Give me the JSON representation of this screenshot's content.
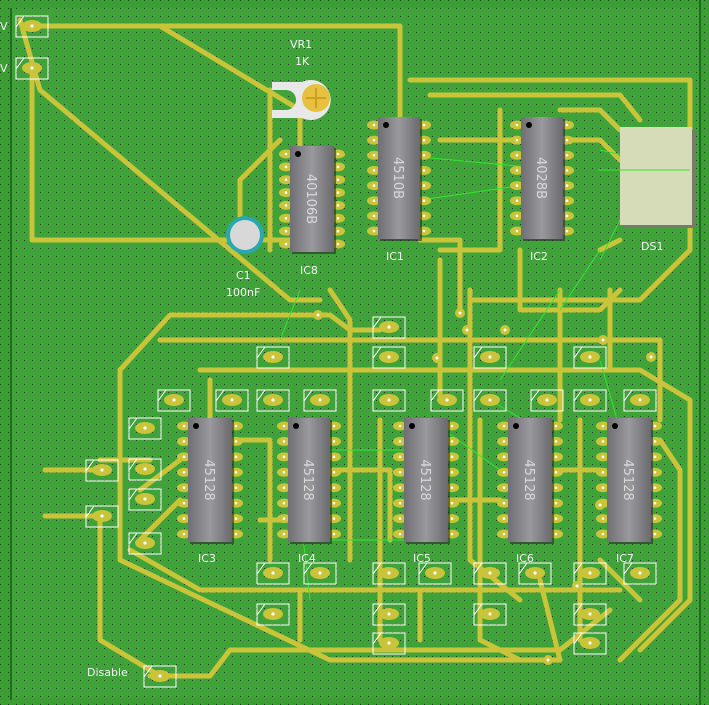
{
  "board": {
    "colors": {
      "substrate": "#3a9e33",
      "substrate_light": "#5aad48",
      "trace": "#c9c43a",
      "ratsnest": "#33e633",
      "chip": "#8a8a8e",
      "silkscreen": "#ffffff"
    }
  },
  "components": {
    "vr1": {
      "designator": "VR1",
      "value": "1K"
    },
    "c1": {
      "designator": "C1",
      "value": "100nF"
    },
    "ic8": {
      "designator": "IC8",
      "part": "40106B"
    },
    "ic1": {
      "designator": "IC1",
      "part": "4510B"
    },
    "ic2": {
      "designator": "IC2",
      "part": "4028B"
    },
    "ds1": {
      "designator": "DS1"
    },
    "ic3": {
      "designator": "IC3",
      "part": "45128"
    },
    "ic4": {
      "designator": "IC4",
      "part": "45128"
    },
    "ic5": {
      "designator": "IC5",
      "part": "45128"
    },
    "ic6": {
      "designator": "IC6",
      "part": "45128"
    },
    "ic7": {
      "designator": "IC7",
      "part": "45128"
    }
  },
  "connectors": {
    "disable_label": "Disable",
    "top_left_labels": [
      "V",
      "V"
    ]
  }
}
